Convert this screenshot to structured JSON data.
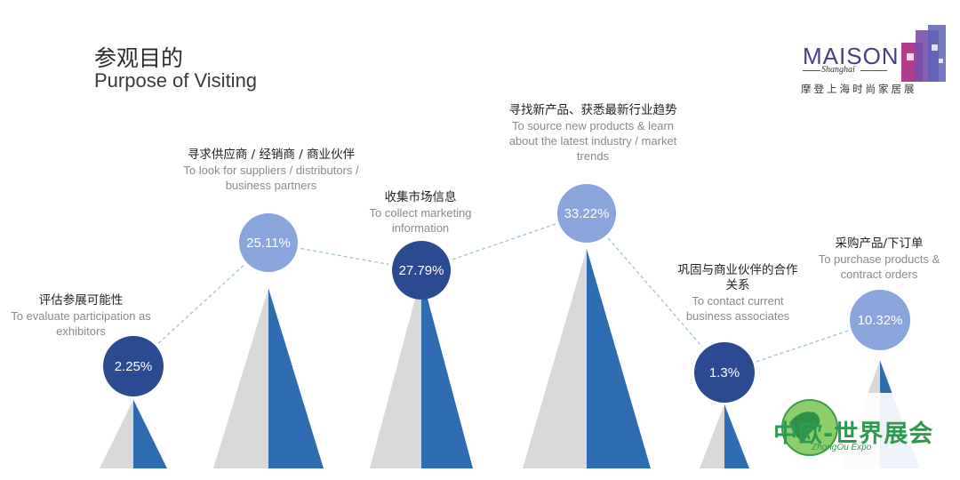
{
  "header": {
    "title_zh": "参观目的",
    "title_en": "Purpose of Visiting"
  },
  "logo": {
    "name": "MAISON",
    "sub": "Shanghai",
    "cn": "摩登上海时尚家居展"
  },
  "watermark": {
    "cn": "中欧-世界展会",
    "en": "ZhongOu Expo"
  },
  "colors": {
    "dark_blue": "#2a4a92",
    "light_blue": "#8aa5dc",
    "peak_blue": "#2f6db3",
    "peak_grey": "#d9d9d9",
    "connector": "#9bc4d9"
  },
  "chart_data": {
    "type": "bar",
    "categories": [
      {
        "zh": "评估参展可能性",
        "en": "To evaluate participation as exhibitors"
      },
      {
        "zh": "寻求供应商 / 经销商 / 商业伙伴",
        "en": "To look for suppliers / distributors / business partners"
      },
      {
        "zh": "收集市场信息",
        "en": "To collect marketing information"
      },
      {
        "zh": "寻找新产品、获悉最新行业趋势",
        "en": "To source new products & learn about the latest industry / market trends"
      },
      {
        "zh": "巩固与商业伙伴的合作关系",
        "en": "To contact current business associates"
      },
      {
        "zh": "采购产品/下订单",
        "en": "To purchase products & contract orders"
      }
    ],
    "values": [
      2.25,
      25.11,
      27.79,
      33.22,
      1.3,
      10.32
    ],
    "value_labels": [
      "2.25%",
      "25.11%",
      "27.79%",
      "33.22%",
      "1.3%",
      "10.32%"
    ],
    "circle_tone": [
      "dark",
      "light",
      "dark",
      "light",
      "dark",
      "light"
    ],
    "unit": "%",
    "title": "参观目的 Purpose of Visiting",
    "xlabel": "",
    "ylabel": ""
  }
}
